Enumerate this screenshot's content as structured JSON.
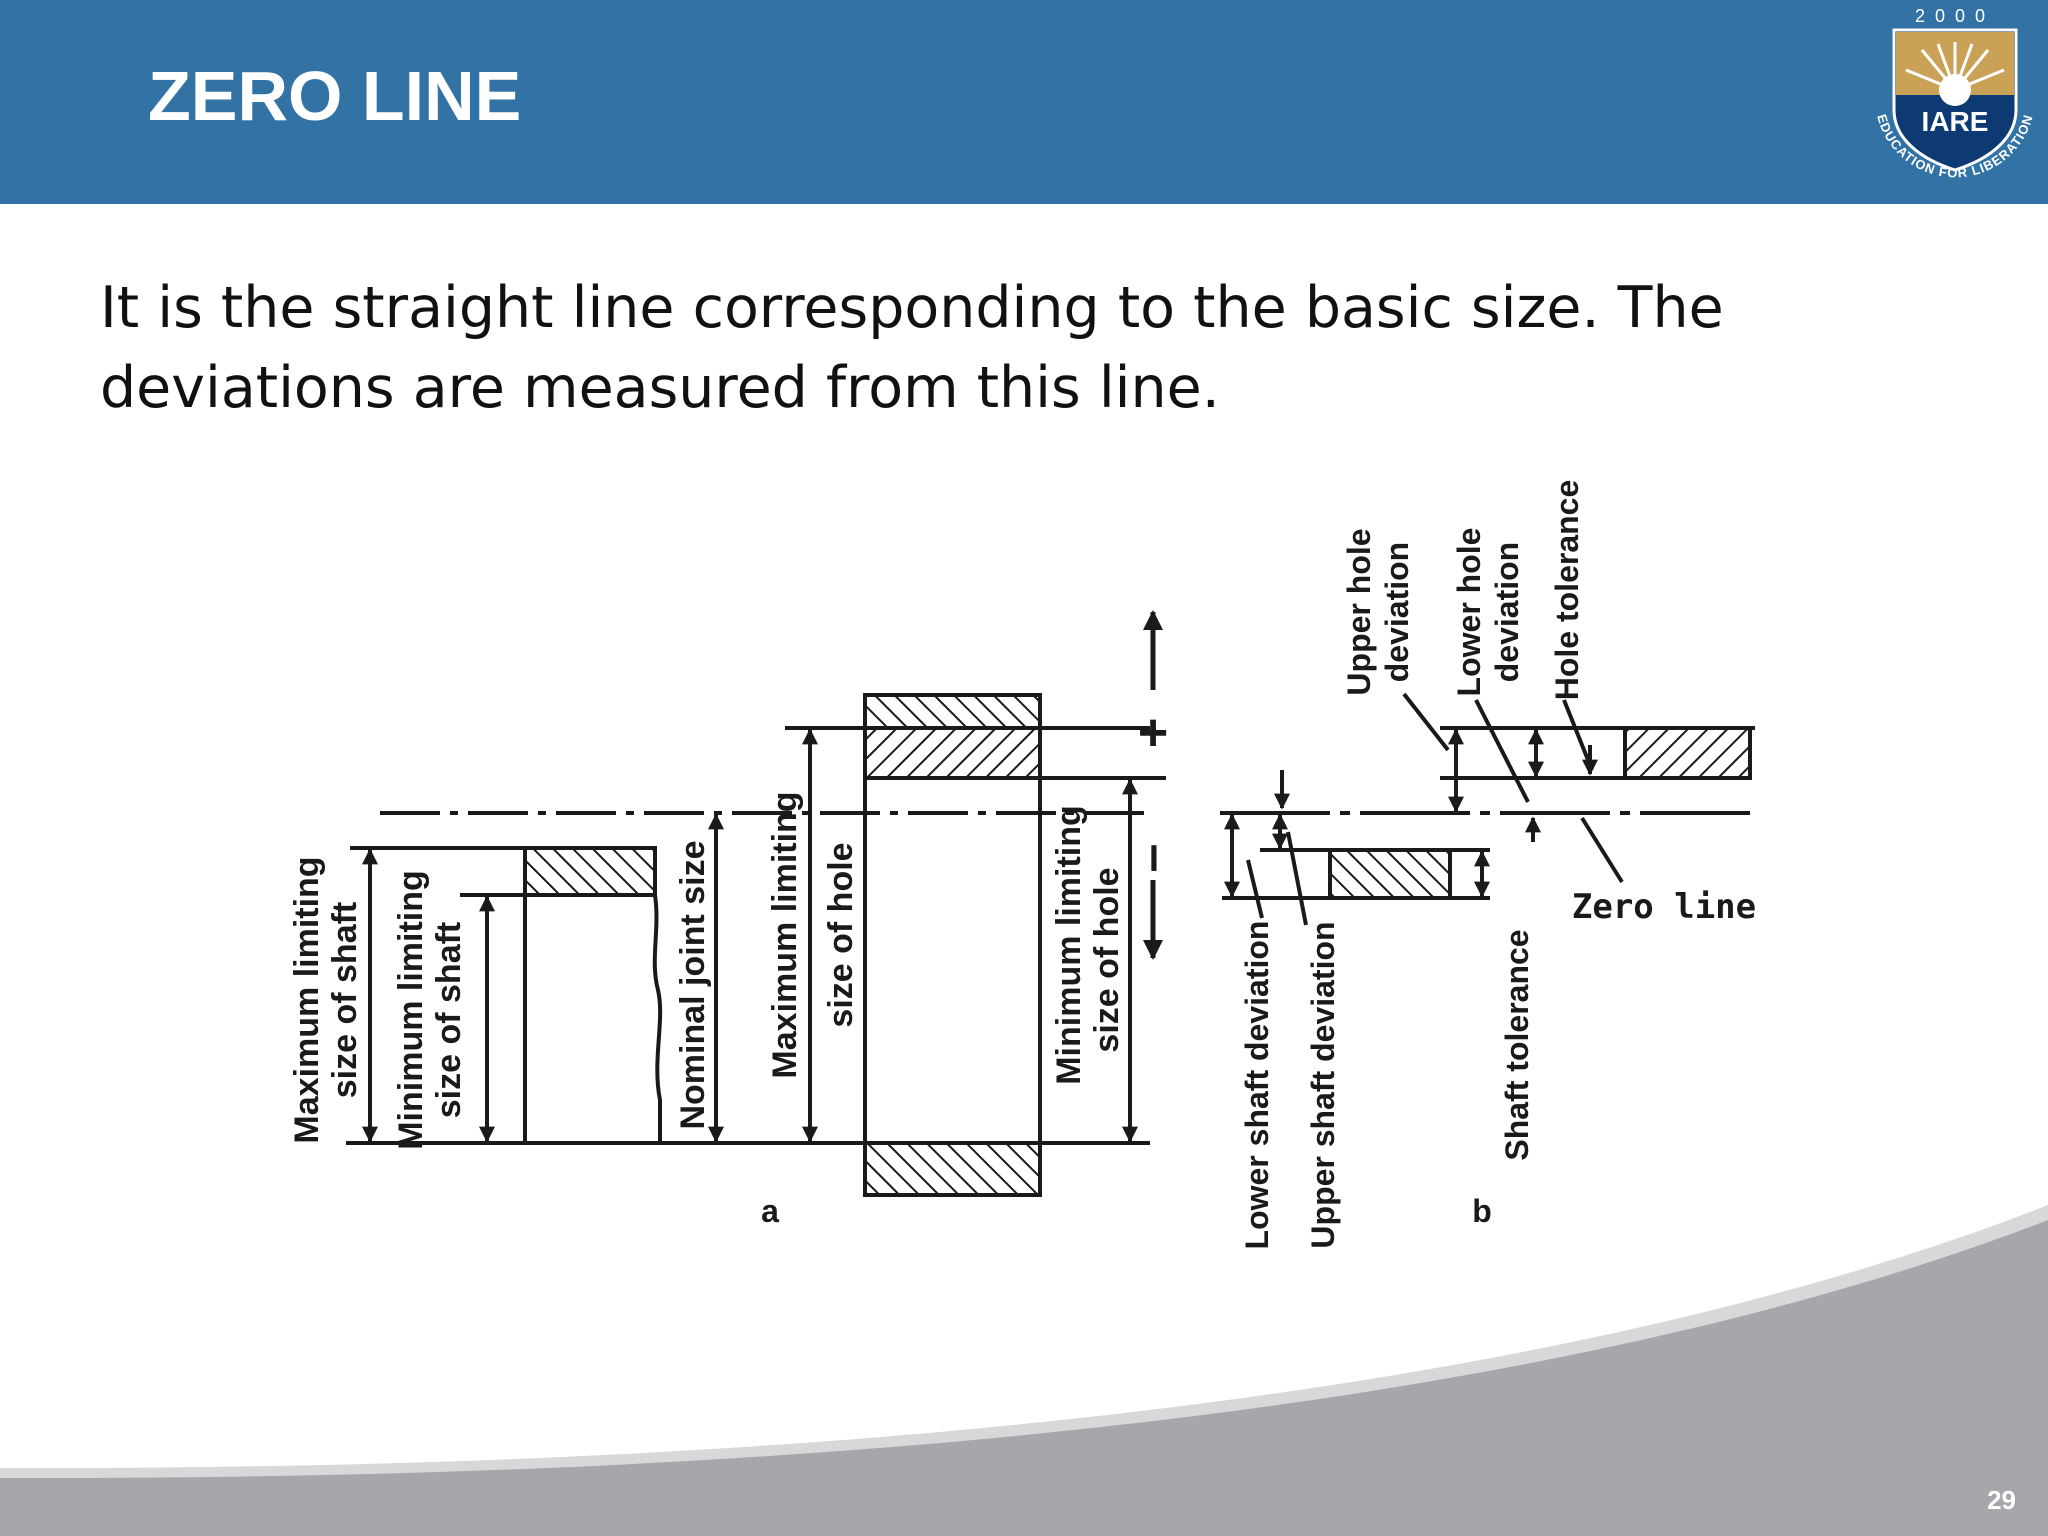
{
  "slide": {
    "title": "ZERO LINE",
    "body": "It is the straight line corresponding to the basic size. The deviations are measured from this line.",
    "page_number": "29"
  },
  "logo": {
    "year": "2000",
    "name": "IARE",
    "motto": "EDUCATION FOR LIBERATION"
  },
  "diagram": {
    "labels": {
      "max_shaft": [
        "Maximum limiting",
        "size of shaft"
      ],
      "min_shaft": [
        "Minimum limiting",
        "size of shaft"
      ],
      "nominal": "Nominal joint size",
      "max_hole": [
        "Maximum limiting",
        "size of hole"
      ],
      "min_hole": [
        "Minimum limiting",
        "size of hole"
      ],
      "plus": "+",
      "minus": "–",
      "lower_shaft_dev": "Lower shaft deviation",
      "upper_shaft_dev": "Upper shaft deviation",
      "shaft_tol": "Shaft tolerance",
      "upper_hole_dev": [
        "Upper hole",
        "deviation"
      ],
      "lower_hole_dev": [
        "Lower hole",
        "deviation"
      ],
      "hole_tol": "Hole tolerance",
      "zero_line": "Zero line",
      "fig_a": "a",
      "fig_b": "b"
    }
  },
  "colors": {
    "header": "#3272a5",
    "footer_gray": "#a7a7ab",
    "text": "#111111"
  }
}
